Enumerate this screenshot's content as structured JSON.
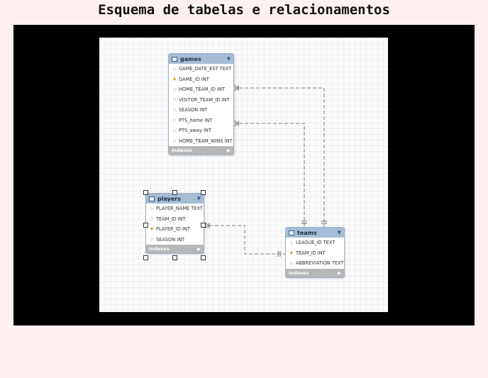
{
  "title": "Esquema de tabelas e relacionamentos",
  "tables": {
    "games": {
      "name": "games",
      "columns": [
        {
          "text": "GAME_DATE_EST TEXT",
          "icon": "diamond-icon"
        },
        {
          "text": "GAME_ID INT",
          "icon": "key-icon"
        },
        {
          "text": "HOME_TEAM_ID INT",
          "icon": "diamond-icon"
        },
        {
          "text": "VISITOR_TEAM_ID INT",
          "icon": "diamond-icon"
        },
        {
          "text": "SEASON INT",
          "icon": "diamond-icon"
        },
        {
          "text": "PTS_home INT",
          "icon": "diamond-icon"
        },
        {
          "text": "PTS_away INT",
          "icon": "diamond-icon"
        },
        {
          "text": "HOME_TEAM_WINS INT",
          "icon": "diamond-icon"
        }
      ],
      "indexes_label": "Indexes"
    },
    "players": {
      "name": "players",
      "columns": [
        {
          "text": "PLAYER_NAME TEXT",
          "icon": "diamond-icon"
        },
        {
          "text": "TEAM_ID INT",
          "icon": "diamond-icon"
        },
        {
          "text": "PLAYER_ID INT",
          "icon": "key-icon"
        },
        {
          "text": "SEASON INT",
          "icon": "diamond-icon"
        }
      ],
      "indexes_label": "Indexes"
    },
    "teams": {
      "name": "teams",
      "columns": [
        {
          "text": "LEAGUE_ID TEXT",
          "icon": "diamond-icon"
        },
        {
          "text": "TEAM_ID INT",
          "icon": "key-icon"
        },
        {
          "text": "ABBREVIATION TEXT",
          "icon": "diamond-icon"
        }
      ],
      "indexes_label": "Indexes"
    }
  },
  "relationships": [
    {
      "from": "games.HOME_TEAM_ID",
      "to": "teams.TEAM_ID",
      "cardinality": "many-to-one"
    },
    {
      "from": "games.VISITOR_TEAM_ID",
      "to": "teams.TEAM_ID",
      "cardinality": "many-to-one"
    },
    {
      "from": "players.TEAM_ID",
      "to": "teams.TEAM_ID",
      "cardinality": "many-to-one"
    }
  ],
  "colors": {
    "header": "#a5bdd6",
    "indexes_bar": "#b7b7b7",
    "connector": "#999999",
    "frame": "#000000",
    "page_background": "#fdf2ef"
  }
}
